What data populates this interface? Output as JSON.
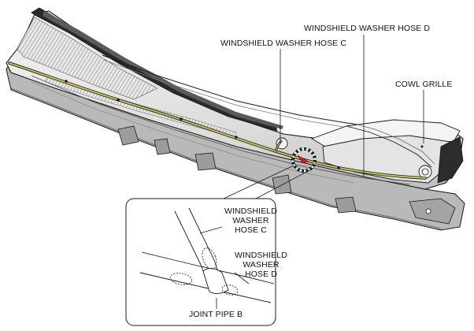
{
  "labels": {
    "hose_d_top": "WINDSHIELD WASHER HOSE D",
    "hose_c_top": "WINDSHIELD WASHER HOSE C",
    "cowl_grille": "COWL GRILLE",
    "inset_hose_c": [
      "WINDSHIELD",
      "WASHER",
      "HOSE C"
    ],
    "inset_hose_d": [
      "WINDSHIELD",
      "WASHER",
      "HOSE D"
    ],
    "joint_pipe_b": "JOINT PIPE B"
  },
  "colors": {
    "line": "#1a1a1a",
    "body_light": "#eeeeee",
    "body_mid": "#d6d6d6",
    "body_dark": "#a8a8a8",
    "hose": "#a7a23a",
    "hose_light": "#e6e2a0",
    "arrow": "#d11a1a"
  }
}
